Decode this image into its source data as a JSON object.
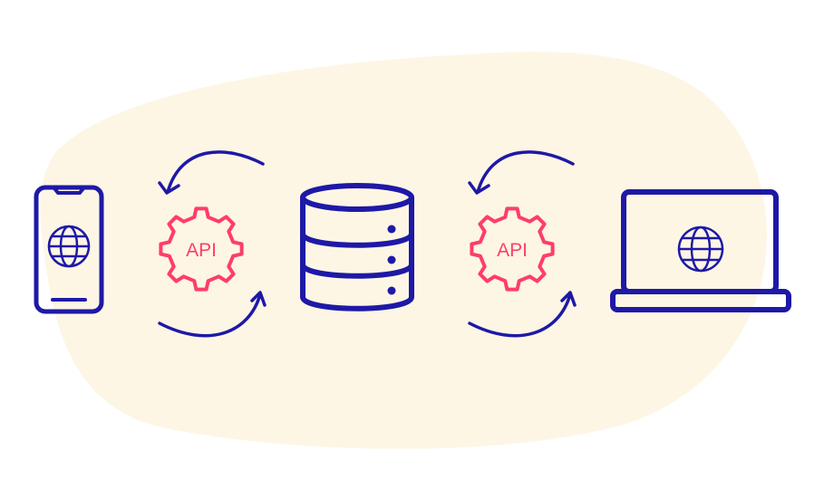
{
  "diagram": {
    "gateways": [
      {
        "label": "API"
      },
      {
        "label": "API"
      }
    ],
    "nodes": [
      "mobile-phone",
      "database",
      "laptop"
    ],
    "colors": {
      "primary": "#1e19a6",
      "accent": "#ff3d6a",
      "background_blob": "#fdf6e5"
    }
  }
}
